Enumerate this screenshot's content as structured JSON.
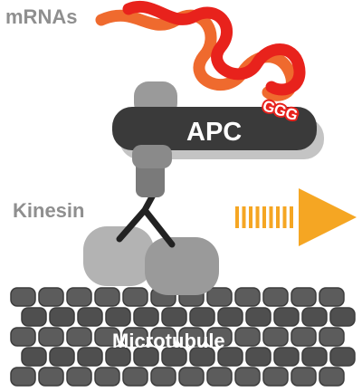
{
  "labels": {
    "mrnas": "mRNAs",
    "apc": "APC",
    "ggg": "GGG",
    "kinesin": "Kinesin",
    "microtubule": "Microtubule"
  },
  "icons": {
    "direction": "arrow-right-icon"
  },
  "colors": {
    "mrna_primary": "#e8221c",
    "mrna_secondary": "#ef6a2e",
    "apc_body": "#3a3a3a",
    "apc_shadow": "#c4c4c4",
    "kinesin_grey": "#8a8a8a",
    "kinesin_light": "#b3b3b3",
    "kinesin_stalk": "#222222",
    "microtubule": "#5a5a5a",
    "arrow": "#f5a623",
    "label_grey": "#8f8f8f"
  }
}
